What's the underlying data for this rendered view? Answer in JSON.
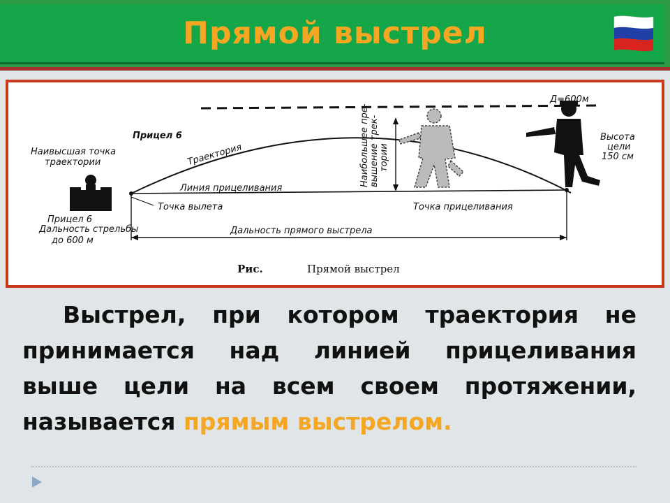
{
  "slide": {
    "title": "Прямой выстрел",
    "flag_icon": "russia-flag-icon",
    "colors": {
      "header": "#16a64a",
      "title": "#f5a623",
      "frame": "#c83a1e",
      "highlight": "#f5a623"
    }
  },
  "figure": {
    "labels": {
      "top_line": "Д=600м",
      "sight_6_top": "Прицел 6",
      "highest_point_1": "Наивысшая точка",
      "highest_point_2": "траектории",
      "trajectory": "Траектория",
      "aim_line": "Линия прицеливания",
      "max_exceed_1": "Наибольшее пре-",
      "max_exceed_2": "вышение трек-",
      "max_exceed_3": "тории",
      "target_height_1": "Высота",
      "target_height_2": "цели",
      "target_height_3": "150 см",
      "departure_point": "Точка вылета",
      "aim_point": "Точка прицеливания",
      "sight_6_bottom": "Прицел 6",
      "range_1": "Дальность стрельбы",
      "range_2": "до 600 м",
      "direct_range": "Дальность прямого выстрела"
    },
    "caption_prefix": "Рис.",
    "caption": "Прямой выстрел"
  },
  "definition": {
    "text": "Выстрел, при котором траектория не принимается над линией прицеливания выше цели на всем своем протяжении, называется ",
    "highlight": "прямым выстрелом."
  },
  "navigation": {
    "next_icon": "triangle-right-icon"
  }
}
